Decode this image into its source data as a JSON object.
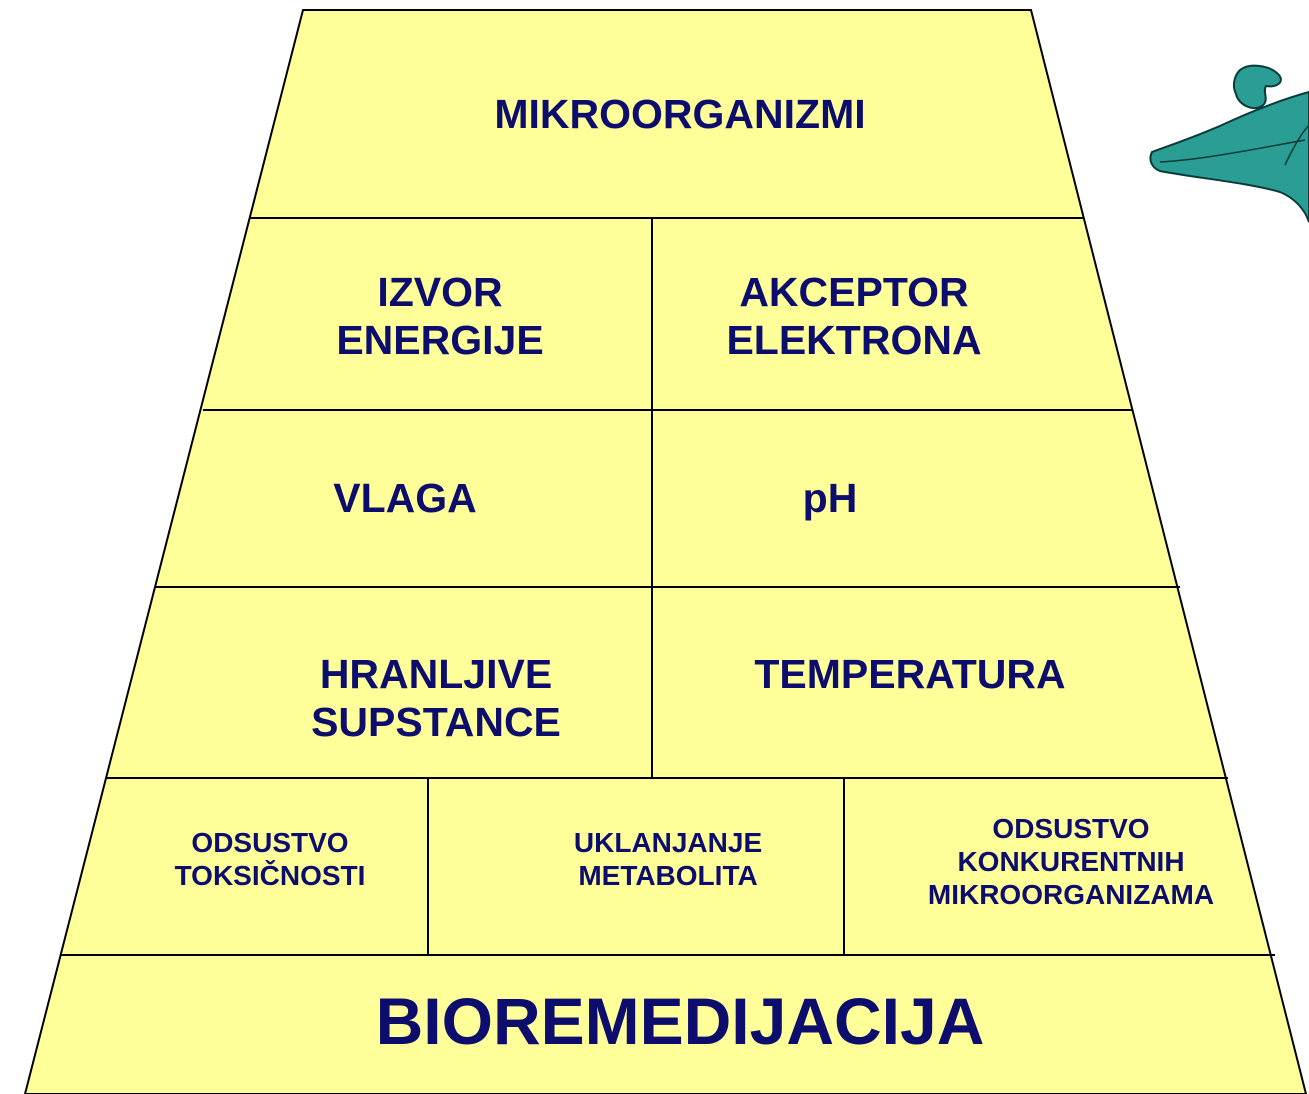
{
  "pyramid": {
    "top": "MIKROORGANIZMI",
    "row2": {
      "left": [
        "IZVOR",
        "ENERGIJE"
      ],
      "right": [
        "AKCEPTOR",
        "ELEKTRONA"
      ]
    },
    "row3": {
      "left": "VLAGA",
      "right": "pH"
    },
    "row4": {
      "left": [
        "HRANLJIVE",
        "SUPSTANCE"
      ],
      "right": "TEMPERATURA"
    },
    "row5": {
      "left": [
        "ODSUSTVO",
        "TOKSIČNOSTI"
      ],
      "middle": [
        "UKLANJANJE",
        "METABOLITA"
      ],
      "right": [
        "ODSUSTVO",
        "KONKURENTNIH",
        "MIKROORGANIZAMA"
      ]
    },
    "base": "BIOREMEDIJACIJA"
  },
  "colors": {
    "fill": "#ffff99",
    "text": "#0d0d6e",
    "lines": "#000000",
    "leaf": "#2a9d95"
  },
  "decoration": {
    "icon": "leaf-icon"
  }
}
